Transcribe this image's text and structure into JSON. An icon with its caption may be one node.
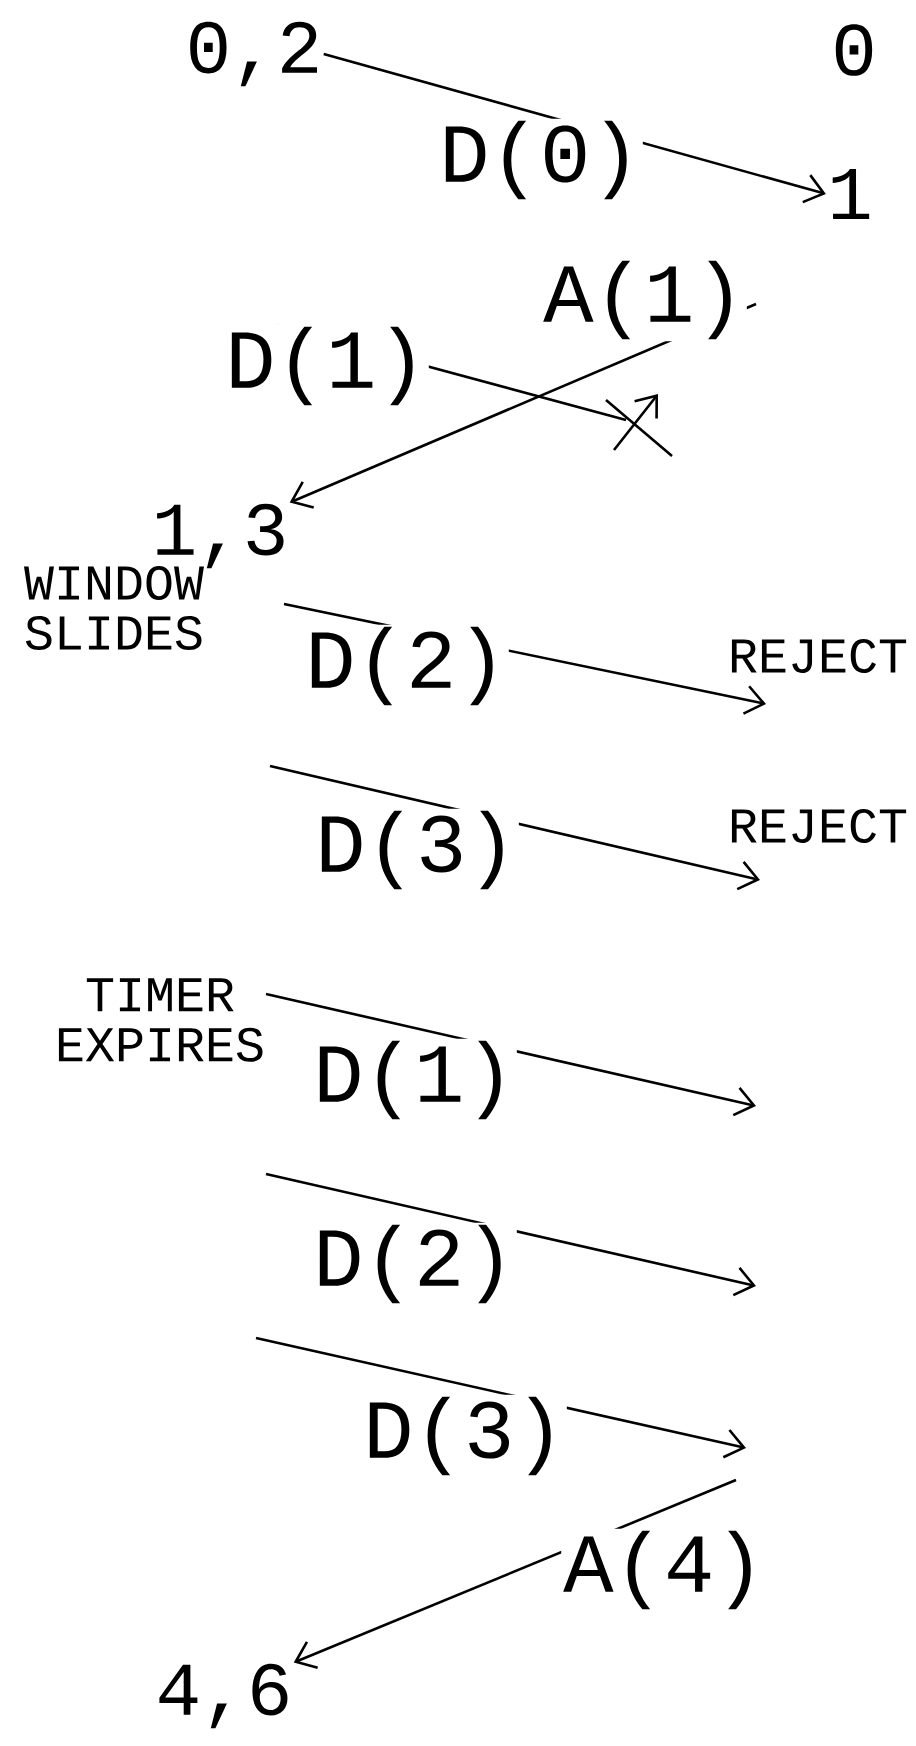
{
  "diagram": {
    "nodes": [
      {
        "text": [
          "0,2"
        ]
      },
      {
        "text": [
          "0"
        ]
      },
      {
        "text": [
          "1"
        ]
      },
      {
        "text": [
          "1,3"
        ]
      },
      {
        "text": [
          "4,6"
        ]
      }
    ],
    "edges": [
      {
        "from": 0,
        "to": 2,
        "arrow": "to",
        "label": "D(0)"
      },
      {
        "from": null,
        "to": 3,
        "arrow": "to",
        "label": "A(1)"
      },
      {
        "from": null,
        "to": 4,
        "arrow": "to",
        "label": "A(4)"
      }
    ],
    "labels": [
      "D(1)",
      "WINDOW SLIDES",
      "D(2)",
      "REJECT",
      "D(3)",
      "REJECT",
      "TIMER EXPIRES",
      "D(1)",
      "D(2)",
      "D(3)"
    ]
  }
}
